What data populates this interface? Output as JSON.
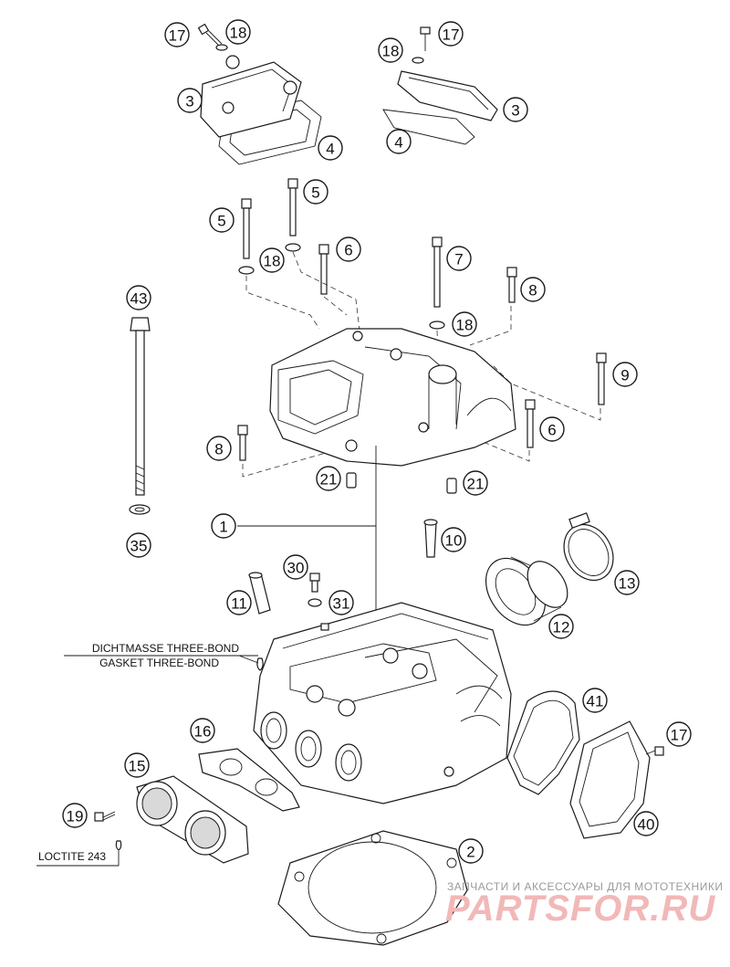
{
  "callouts": [
    {
      "id": "c17a",
      "label": "17"
    },
    {
      "id": "c18a",
      "label": "18"
    },
    {
      "id": "c3a",
      "label": "3"
    },
    {
      "id": "c4a",
      "label": "4"
    },
    {
      "id": "c18b",
      "label": "18"
    },
    {
      "id": "c17b",
      "label": "17"
    },
    {
      "id": "c3b",
      "label": "3"
    },
    {
      "id": "c4b",
      "label": "4"
    },
    {
      "id": "c5a",
      "label": "5"
    },
    {
      "id": "c5b",
      "label": "5"
    },
    {
      "id": "c18c",
      "label": "18"
    },
    {
      "id": "c6a",
      "label": "6"
    },
    {
      "id": "c7",
      "label": "7"
    },
    {
      "id": "c18d",
      "label": "18"
    },
    {
      "id": "c8a",
      "label": "8"
    },
    {
      "id": "c43",
      "label": "43"
    },
    {
      "id": "c9",
      "label": "9"
    },
    {
      "id": "c6b",
      "label": "6"
    },
    {
      "id": "c8b",
      "label": "8"
    },
    {
      "id": "c21a",
      "label": "21"
    },
    {
      "id": "c21b",
      "label": "21"
    },
    {
      "id": "c35",
      "label": "35"
    },
    {
      "id": "c1",
      "label": "1"
    },
    {
      "id": "c10",
      "label": "10"
    },
    {
      "id": "c30",
      "label": "30"
    },
    {
      "id": "c13",
      "label": "13"
    },
    {
      "id": "c11",
      "label": "11"
    },
    {
      "id": "c31",
      "label": "31"
    },
    {
      "id": "c12",
      "label": "12"
    },
    {
      "id": "c41",
      "label": "41"
    },
    {
      "id": "c16",
      "label": "16"
    },
    {
      "id": "c17c",
      "label": "17"
    },
    {
      "id": "c15",
      "label": "15"
    },
    {
      "id": "c40",
      "label": "40"
    },
    {
      "id": "c19",
      "label": "19"
    },
    {
      "id": "c2",
      "label": "2"
    }
  ],
  "notes": {
    "sealant_de": "DICHTMASSE THREE-BOND",
    "sealant_en": "GASKET THREE-BOND",
    "loctite": "LOCTITE 243"
  },
  "watermark": {
    "tagline": "ЗАПЧАСТИ И АКСЕССУАРЫ ДЛЯ МОТОТЕХНИКИ",
    "brand": "PARTSFOR.RU"
  }
}
